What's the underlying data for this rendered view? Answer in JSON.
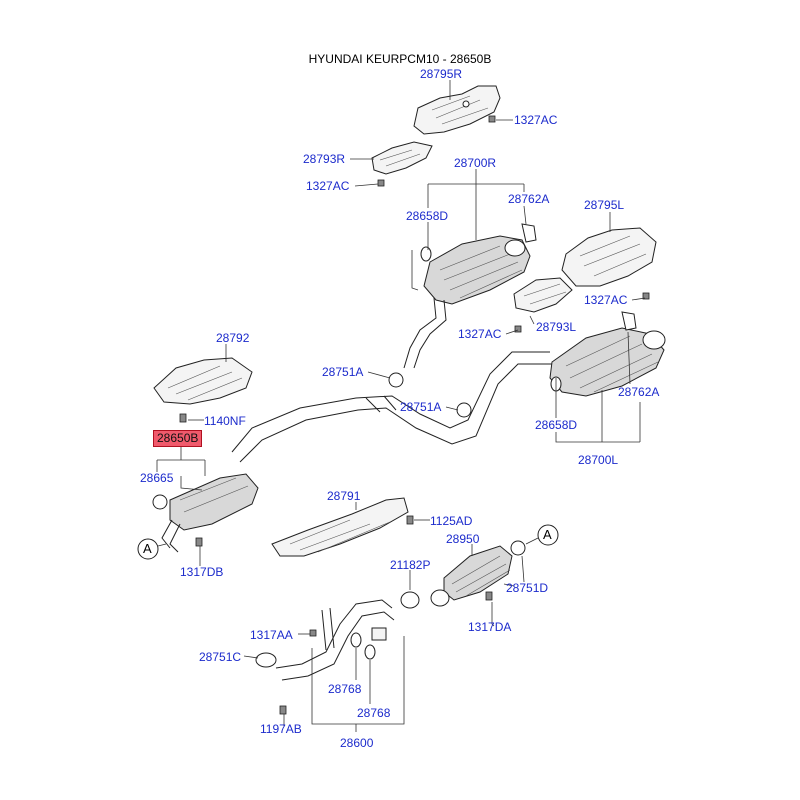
{
  "title": "HYUNDAI KEURPCM10 - 28650B",
  "colors": {
    "label": "#1c2bcc",
    "highlight": "#f05a6c"
  },
  "parts": {
    "p28795R": "28795R",
    "p1327AC_a": "1327AC",
    "p28793R": "28793R",
    "p1327AC_b": "1327AC",
    "p28700R": "28700R",
    "p28658D_top": "28658D",
    "p28762A_top": "28762A",
    "p28795L": "28795L",
    "p1327AC_c": "1327AC",
    "p1327AC_d": "1327AC",
    "p28793L": "28793L",
    "p28792": "28792",
    "p28751A_a": "28751A",
    "p28751A_b": "28751A",
    "p1140NF": "1140NF",
    "p28650B": "28650B",
    "p28665": "28665",
    "p1317DB": "1317DB",
    "p28658D_right": "28658D",
    "p28762A_right": "28762A",
    "p28700L": "28700L",
    "p28791": "28791",
    "p1125AD": "1125AD",
    "p28950": "28950",
    "p21182P": "21182P",
    "p28751D": "28751D",
    "p1317DA": "1317DA",
    "p1317AA": "1317AA",
    "p28751C": "28751C",
    "p28768_a": "28768",
    "p28768_b": "28768",
    "p1197AB": "1197AB",
    "p28600": "28600"
  },
  "refs": {
    "left": "A",
    "right": "A"
  }
}
